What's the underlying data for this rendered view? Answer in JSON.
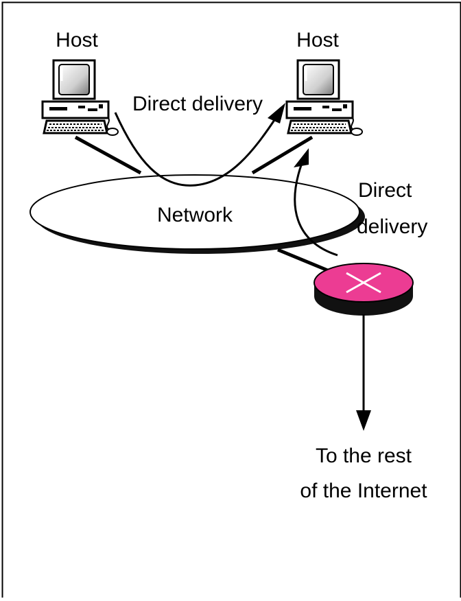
{
  "labels": {
    "host_left": "Host",
    "host_right": "Host",
    "direct_delivery_top": "Direct delivery",
    "direct_delivery_right_line1": "Direct",
    "direct_delivery_right_line2": "delivery",
    "network": "Network",
    "internet_line1": "To the rest",
    "internet_line2": "of the Internet"
  },
  "colors": {
    "router_top": "#ec3c93",
    "router_side": "#111111",
    "router_mark": "#ffffff",
    "network_shadow": "#111111",
    "line": "#000000"
  },
  "icons": {
    "host": "desktop-computer-icon",
    "router": "router-icon"
  }
}
